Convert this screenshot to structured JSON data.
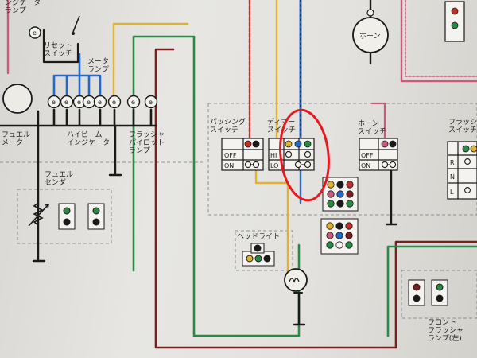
{
  "colors": {
    "red": "#c0302a",
    "pink": "#c65b7b",
    "blue": "#2468c8",
    "green": "#2a8a45",
    "yellow": "#e3b22c",
    "maroon": "#7b1e1e",
    "black": "#1a1a1a",
    "highlight": "#e5191f"
  },
  "labels": {
    "top_lamp_partial": "ンジケータ\nランプ",
    "reset_switch": "リセット\nスイッチ",
    "meter_lamp": "メータ\nランプ",
    "fuel_meter": "フュエル\nメータ",
    "high_beam_indicator": "ハイビーム\nインジケータ",
    "flasher_pilot_lamp": "フラッシャ\nパイロット\nランプ",
    "fuel_sender": "フュエル\nセンダ",
    "passing_switch": "パッシング\nスイッチ",
    "dimmer_switch": "ディマー\nスイッチ",
    "horn_switch": "ホーン\nスイッチ",
    "horn": "ホーン",
    "flasher_switch": "フラッシャ\nスイッチ",
    "headlight": "ヘッドライト",
    "front_flasher_lamp_left": "フロント\nフラッシャ\nランプ(左)"
  },
  "switch_rows": {
    "passing": [
      "OFF",
      "ON"
    ],
    "dimmer": [
      "HI",
      "LO"
    ],
    "horn": [
      "OFF",
      "ON"
    ],
    "flasher": [
      "R",
      "N",
      "L"
    ]
  }
}
